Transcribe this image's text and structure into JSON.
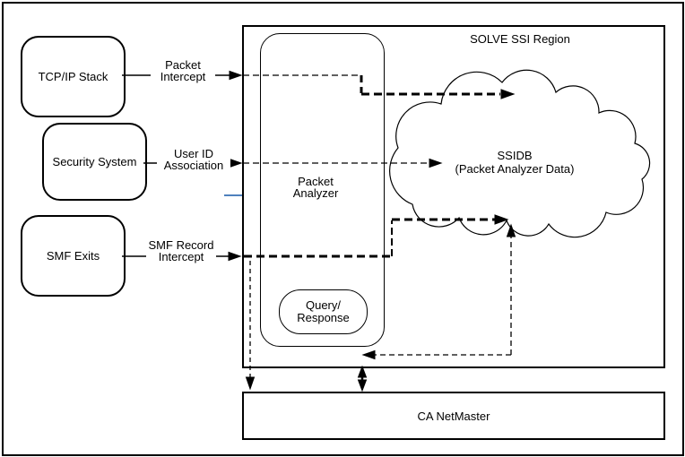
{
  "diagram": {
    "source_boxes": [
      {
        "id": "tcpip",
        "label": "TCP/IP Stack"
      },
      {
        "id": "security",
        "label": "Security System"
      },
      {
        "id": "smf",
        "label": "SMF Exits"
      }
    ],
    "flow_labels": [
      {
        "id": "packet-intercept",
        "label": "Packet Intercept"
      },
      {
        "id": "user-id-association",
        "label": "User ID Association"
      },
      {
        "id": "smf-record-intercept",
        "label": "SMF Record Intercept"
      }
    ],
    "region": {
      "title": "SOLVE SSI Region"
    },
    "packet_analyzer": {
      "label": "Packet Analyzer"
    },
    "query_response": {
      "label": "Query/ Response"
    },
    "ssidb_cloud": {
      "title": "SSIDB",
      "subtitle": "(Packet Analyzer Data)"
    },
    "netmaster": {
      "label": "CA NetMaster"
    },
    "colors": {
      "line": "#000000",
      "background": "#ffffff",
      "tick_accent": "#4f81bd"
    }
  }
}
